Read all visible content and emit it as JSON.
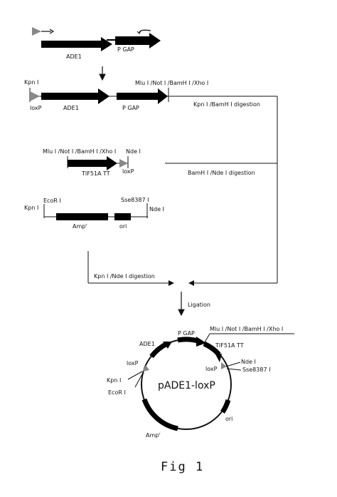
{
  "step1": {
    "ade1": "ADE1",
    "pgap": "P GAP"
  },
  "step2": {
    "kpn": "Kpn I",
    "loxp": "loxP",
    "ade1": "ADE1",
    "pgap": "P GAP",
    "sites": "Mlu I /Not I /BamH I /Xho I"
  },
  "step3": {
    "sites": "Mlu I /Not I /BamH I /Xho I",
    "nde": "Nde I",
    "tt": "TIF51A TT",
    "loxp": "loxP"
  },
  "step4": {
    "kpn": "Kpn I",
    "ecor": "EcoR I",
    "sse": "Sse8387 I",
    "nde": "Nde I",
    "amp": "Amp",
    "amp_sup": "r",
    "ori": "ori"
  },
  "digest1": "Kpn I /BamH I digestion",
  "digest2": "BamH I /Nde I digestion",
  "digest3": "Kpn I /Nde I  digestion",
  "ligation": "Ligation",
  "plasmid": {
    "name": "pADE1-loxP",
    "ade1": "ADE1",
    "pgap": "P GAP",
    "sites": "Mlu I /Not I /BamH I /Xho I",
    "tt": "TIF51A TT",
    "nde": "Nde I",
    "loxp_right": "loxP",
    "sse": "Sse8387 I",
    "loxp_left": "loxP",
    "kpn": "Kpn I",
    "ecor": "EcoR I",
    "amp": "Amp",
    "amp_sup": "r",
    "ori": "ori"
  },
  "caption": "Fig   1"
}
